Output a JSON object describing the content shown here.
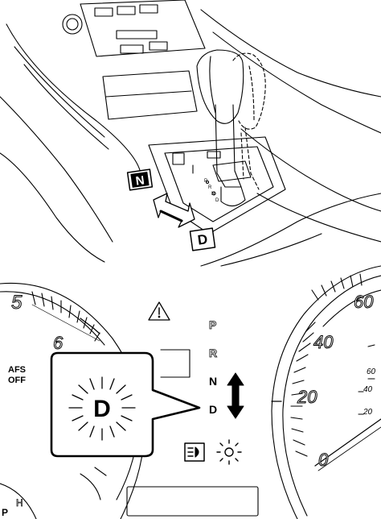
{
  "shifter": {
    "gate_n": "N",
    "gate_d": "D",
    "console_letters": [
      "P",
      "R",
      "N",
      "D"
    ]
  },
  "cluster": {
    "tach_5": "5",
    "tach_6": "6",
    "speed_60": "60",
    "speed_40": "40",
    "speed_20": "20",
    "speed_0": "0",
    "small_60": "60",
    "small_40": "40",
    "small_20": "20",
    "afs_line1": "AFS",
    "afs_line2": "OFF",
    "indicator_p": "P",
    "indicator_r": "R",
    "indicator_n": "N",
    "indicator_d": "D",
    "callout_d": "D",
    "fuel_h": "H",
    "fuel_p": "P"
  },
  "icons": {
    "warning": "warning-triangle-icon",
    "headlight": "headlight-icon",
    "brightness": "sun-icon",
    "updown": "up-down-arrow-icon"
  }
}
